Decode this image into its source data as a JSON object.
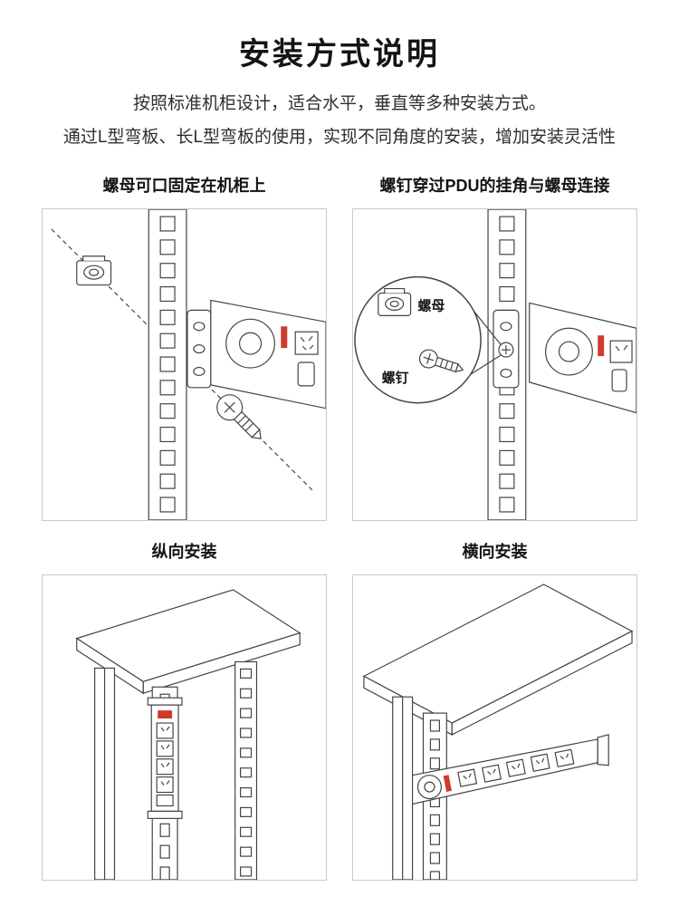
{
  "page": {
    "title": "安装方式说明",
    "subtitle_line1": "按照标准机柜设计，适合水平，垂直等多种安装方式。",
    "subtitle_line2": "通过L型弯板、长L型弯板的使用，实现不同角度的安装，增加安装灵活性"
  },
  "panels": {
    "nut_fix": {
      "caption": "螺母可口固定在机柜上"
    },
    "screw_connect": {
      "caption": "螺钉穿过PDU的挂角与螺母连接",
      "labels": {
        "nut": "螺母",
        "screw": "螺钉"
      }
    },
    "vertical": {
      "caption": "纵向安装"
    },
    "horizontal": {
      "caption": "横向安装"
    }
  },
  "colors": {
    "line": "#444444",
    "accent_red": "#cf3a2f",
    "panel_border": "#c9c9c9",
    "text": "#141414"
  }
}
